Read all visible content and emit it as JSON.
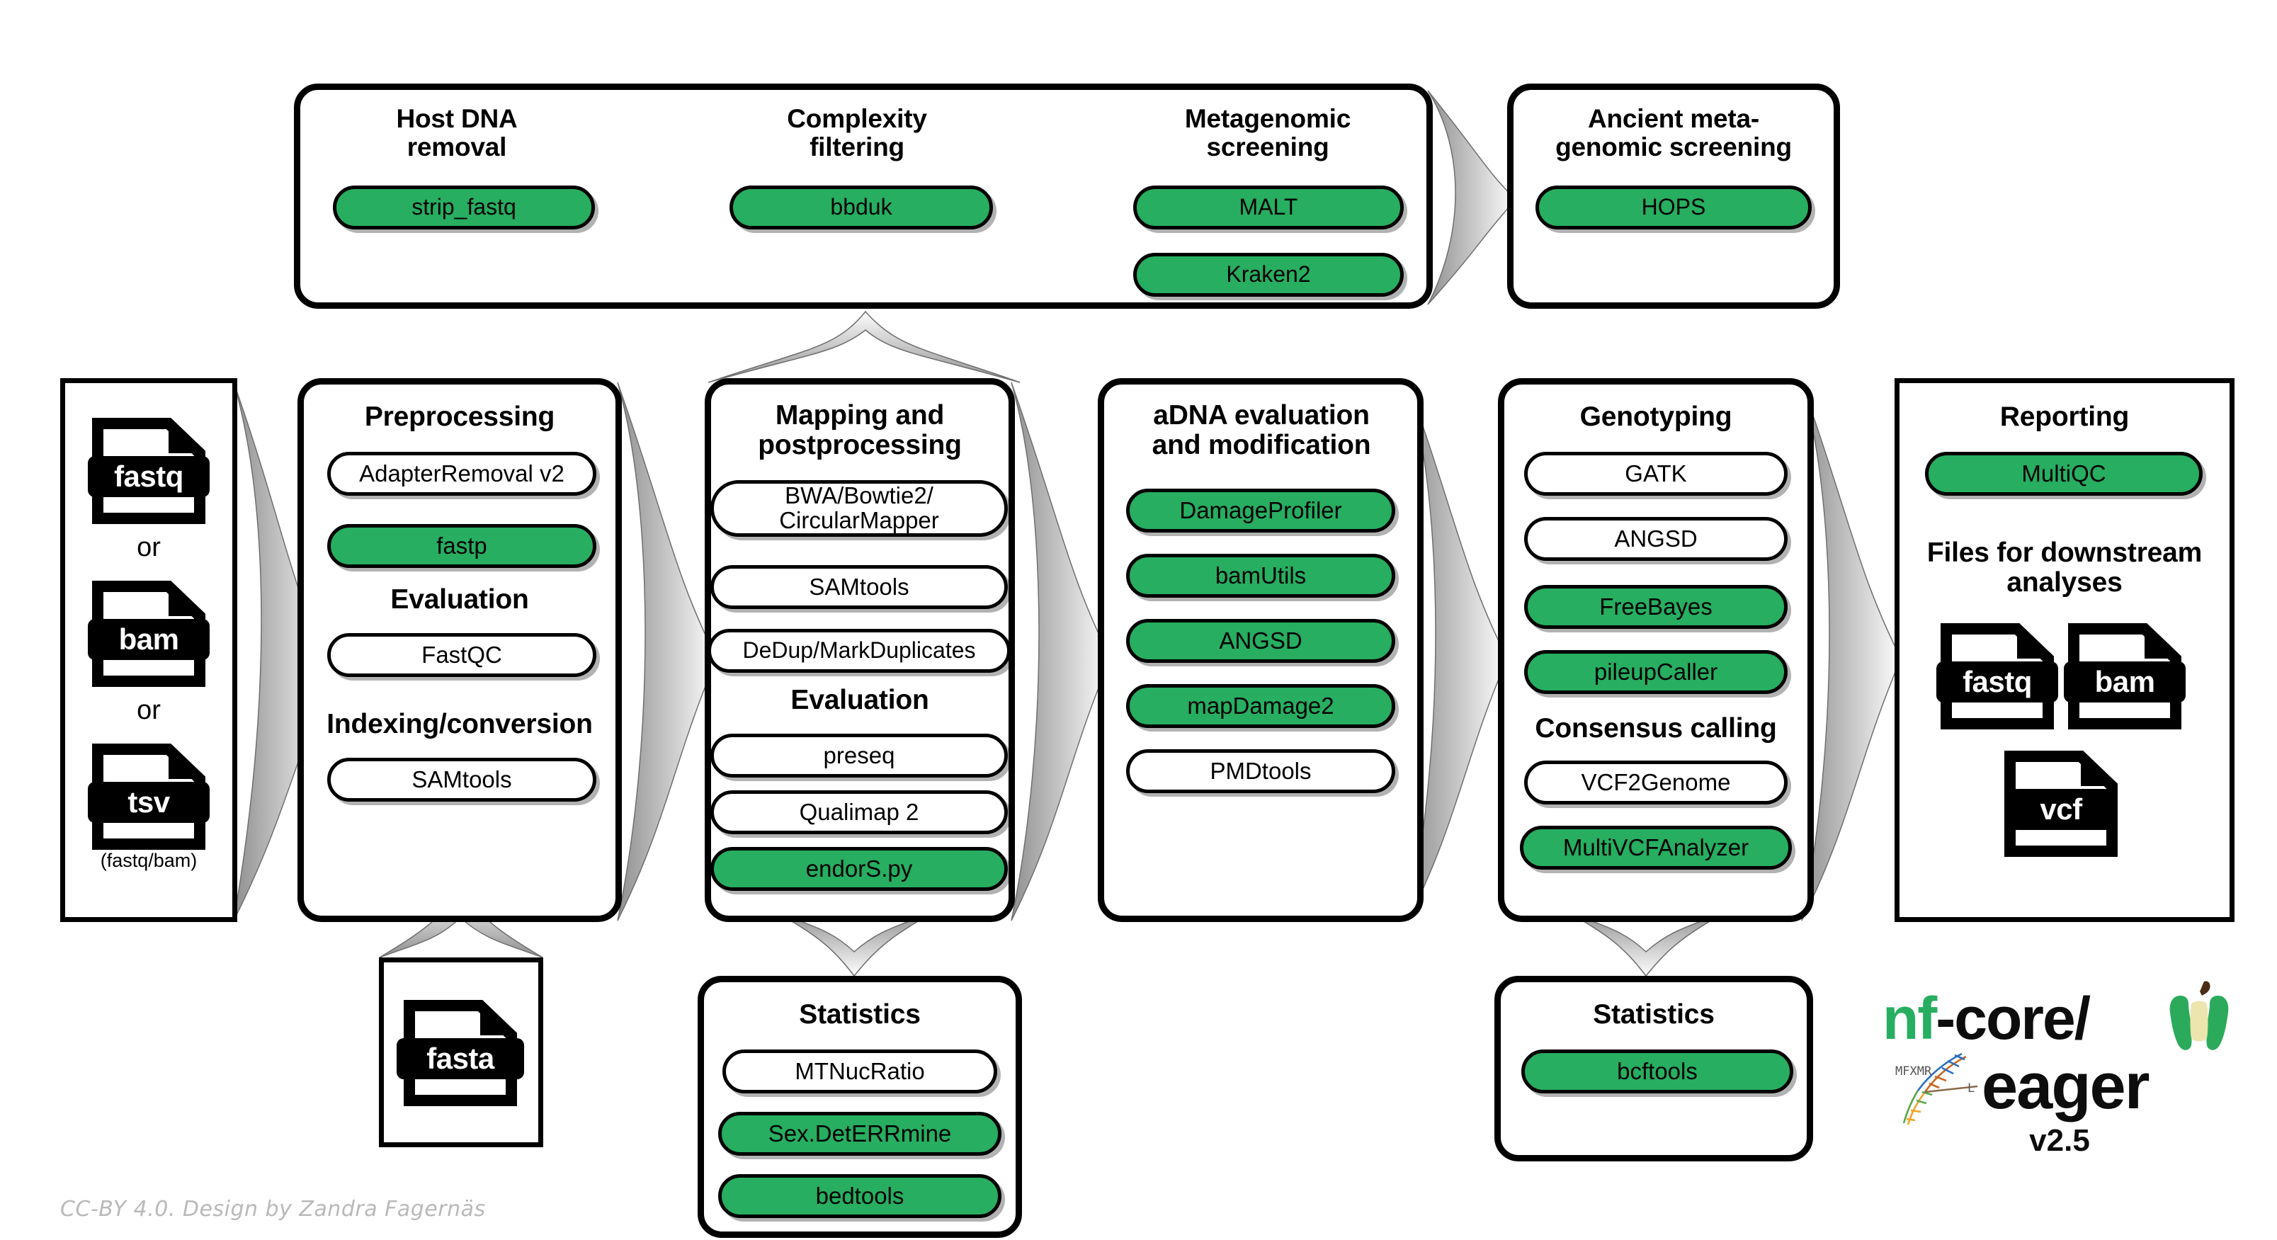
{
  "diagram": {
    "title": "nf-core/eager pipeline overview",
    "accent_green": "#27AE60",
    "credit": "CC-BY 4.0. Design by Zandra Fagernäs"
  },
  "inputs": {
    "files": [
      {
        "ext": "fastq"
      },
      {
        "ext": "bam"
      },
      {
        "ext": "tsv"
      }
    ],
    "or_label": "or",
    "tsv_caption": "(fastq/bam)"
  },
  "screening_banner": {
    "groups": [
      {
        "heading": "Host DNA\nremoval",
        "tools": [
          {
            "label": "strip_fastq",
            "green": true
          }
        ]
      },
      {
        "heading": "Complexity\nfiltering",
        "tools": [
          {
            "label": "bbduk",
            "green": true
          }
        ]
      },
      {
        "heading": "Metagenomic\nscreening",
        "tools": [
          {
            "label": "MALT",
            "green": true
          },
          {
            "label": "Kraken2",
            "green": true
          }
        ]
      }
    ]
  },
  "ancient_screening": {
    "heading": "Ancient meta-\ngenomic screening",
    "tools": [
      {
        "label": "HOPS",
        "green": true
      }
    ]
  },
  "columns": [
    {
      "name": "preprocessing",
      "sections": [
        {
          "heading": "Preprocessing",
          "tools": [
            {
              "label": "AdapterRemoval v2",
              "green": false
            },
            {
              "label": "fastp",
              "green": true
            }
          ]
        },
        {
          "heading": "Evaluation",
          "tools": [
            {
              "label": "FastQC",
              "green": false
            }
          ]
        },
        {
          "heading": "Indexing/conversion",
          "tools": [
            {
              "label": "SAMtools",
              "green": false
            }
          ]
        }
      ]
    },
    {
      "name": "mapping",
      "sections": [
        {
          "heading": "Mapping and\npostprocessing",
          "tools": [
            {
              "label": "BWA/Bowtie2/\nCircularMapper",
              "green": false
            },
            {
              "label": "SAMtools",
              "green": false
            },
            {
              "label": "DeDup/MarkDuplicates",
              "green": false
            }
          ]
        },
        {
          "heading": "Evaluation",
          "tools": [
            {
              "label": "preseq",
              "green": false
            },
            {
              "label": "Qualimap 2",
              "green": false
            },
            {
              "label": "endorS.py",
              "green": true
            }
          ]
        }
      ]
    },
    {
      "name": "adna",
      "sections": [
        {
          "heading": "aDNA evaluation\nand modification",
          "tools": [
            {
              "label": "DamageProfiler",
              "green": true
            },
            {
              "label": "bamUtils",
              "green": true
            },
            {
              "label": "ANGSD",
              "green": true
            },
            {
              "label": "mapDamage2",
              "green": true
            },
            {
              "label": "PMDtools",
              "green": false
            }
          ]
        }
      ]
    },
    {
      "name": "genotyping",
      "sections": [
        {
          "heading": "Genotyping",
          "tools": [
            {
              "label": "GATK",
              "green": false
            },
            {
              "label": "ANGSD",
              "green": false
            },
            {
              "label": "FreeBayes",
              "green": true
            },
            {
              "label": "pileupCaller",
              "green": true
            }
          ]
        },
        {
          "heading": "Consensus calling",
          "tools": [
            {
              "label": "VCF2Genome",
              "green": false
            },
            {
              "label": "MultiVCFAnalyzer",
              "green": true
            }
          ]
        }
      ]
    },
    {
      "name": "reporting",
      "sections": [
        {
          "heading": "Reporting",
          "tools": [
            {
              "label": "MultiQC",
              "green": true
            }
          ]
        },
        {
          "heading": "Files for downstream\nanalyses",
          "tools": []
        }
      ],
      "output_files": [
        {
          "ext": "fastq"
        },
        {
          "ext": "bam"
        },
        {
          "ext": "vcf"
        }
      ]
    }
  ],
  "reference": {
    "file": {
      "ext": "fasta"
    }
  },
  "statistics_mapping": {
    "heading": "Statistics",
    "tools": [
      {
        "label": "MTNucRatio",
        "green": false
      },
      {
        "label": "Sex.DetERRmine",
        "green": true
      },
      {
        "label": "bedtools",
        "green": true
      }
    ]
  },
  "statistics_genotyping": {
    "heading": "Statistics",
    "tools": [
      {
        "label": "bcftools",
        "green": true
      }
    ]
  },
  "logo": {
    "nf": "nf",
    "core": "-core/",
    "eager": "eager",
    "version": "v2.5",
    "apple_icon": "apple-core-icon",
    "dna_icon": "dna-helix-icon"
  }
}
